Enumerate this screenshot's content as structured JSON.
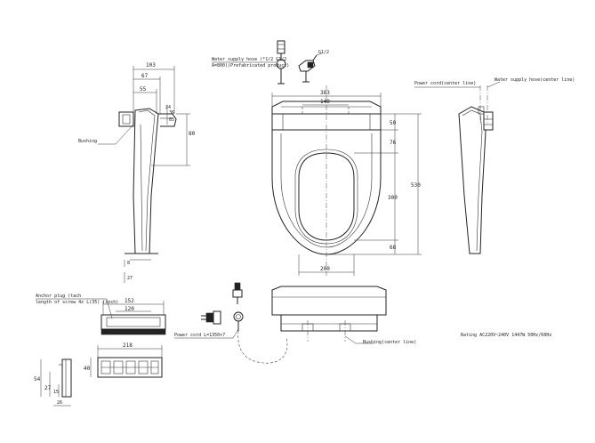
{
  "side_view": {
    "dims": {
      "d1": "103",
      "d2": "67",
      "d3": "55",
      "d4": "36",
      "d5": "65",
      "d6": "24",
      "d7": "80",
      "d8": "8",
      "d9": "27"
    },
    "callout_bushing": "Bushing"
  },
  "supply": {
    "label_line1": "Water supply hose (*1/2 G1/2",
    "label_line2": "A=800)(Prefabricated product)",
    "label_g12": "G1/2"
  },
  "front_view": {
    "dims": {
      "w383": "383",
      "w140": "140",
      "w200": "200",
      "h50": "50",
      "h76": "76",
      "h300": "300",
      "h530": "530",
      "h68": "68"
    }
  },
  "rear_view": {
    "label_power": "Power cord(center line)",
    "label_water": "Water supply hose(center line)"
  },
  "panel": {
    "label_line1": "Anchor plug (tach",
    "label_line2": "length of screw 4x L(35) (inch)",
    "dims": {
      "w152": "152",
      "w120": "120",
      "w218": "218",
      "h40": "40",
      "h54": "54",
      "h27": "27",
      "h15": "15",
      "h26": "26"
    }
  },
  "power": {
    "label_cord": "Power cord L=1350+7"
  },
  "top_view": {
    "label_bushing": "Bushing(center line)"
  },
  "rating": "Rating AC220V~240V 1447W 50Hz/60Hz"
}
